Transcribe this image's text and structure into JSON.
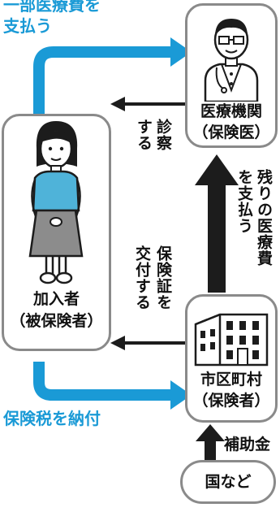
{
  "nodes": {
    "hospital": {
      "line1": "医療機関",
      "line2": "（保険医）",
      "icon": "doctor-icon"
    },
    "insured": {
      "line1": "加入者",
      "line2": "（被保険者）",
      "icon": "woman-icon"
    },
    "city": {
      "line1": "市区町村",
      "line2": "（保険者）",
      "icon": "building-icon"
    },
    "country": {
      "label": "国など"
    }
  },
  "edges": {
    "copay": {
      "label_line1": "一部医療費を",
      "label_line2": "支払う"
    },
    "treat": {
      "label_col1": "診察",
      "label_col2": "する"
    },
    "remaining": {
      "label_col1": "残りの医療費",
      "label_col2": "を支払う"
    },
    "issue_card": {
      "label_col1": "保険証を",
      "label_col2": "交付する"
    },
    "tax": {
      "label": "保険税を納付"
    },
    "subsidy": {
      "label": "補助金"
    }
  },
  "colors": {
    "blue": "#1a9ad6",
    "black": "#1c1c1c",
    "box_border": "#8a8a8a",
    "shirt": "#4fb3d9",
    "skirt": "#8c8c8c"
  }
}
